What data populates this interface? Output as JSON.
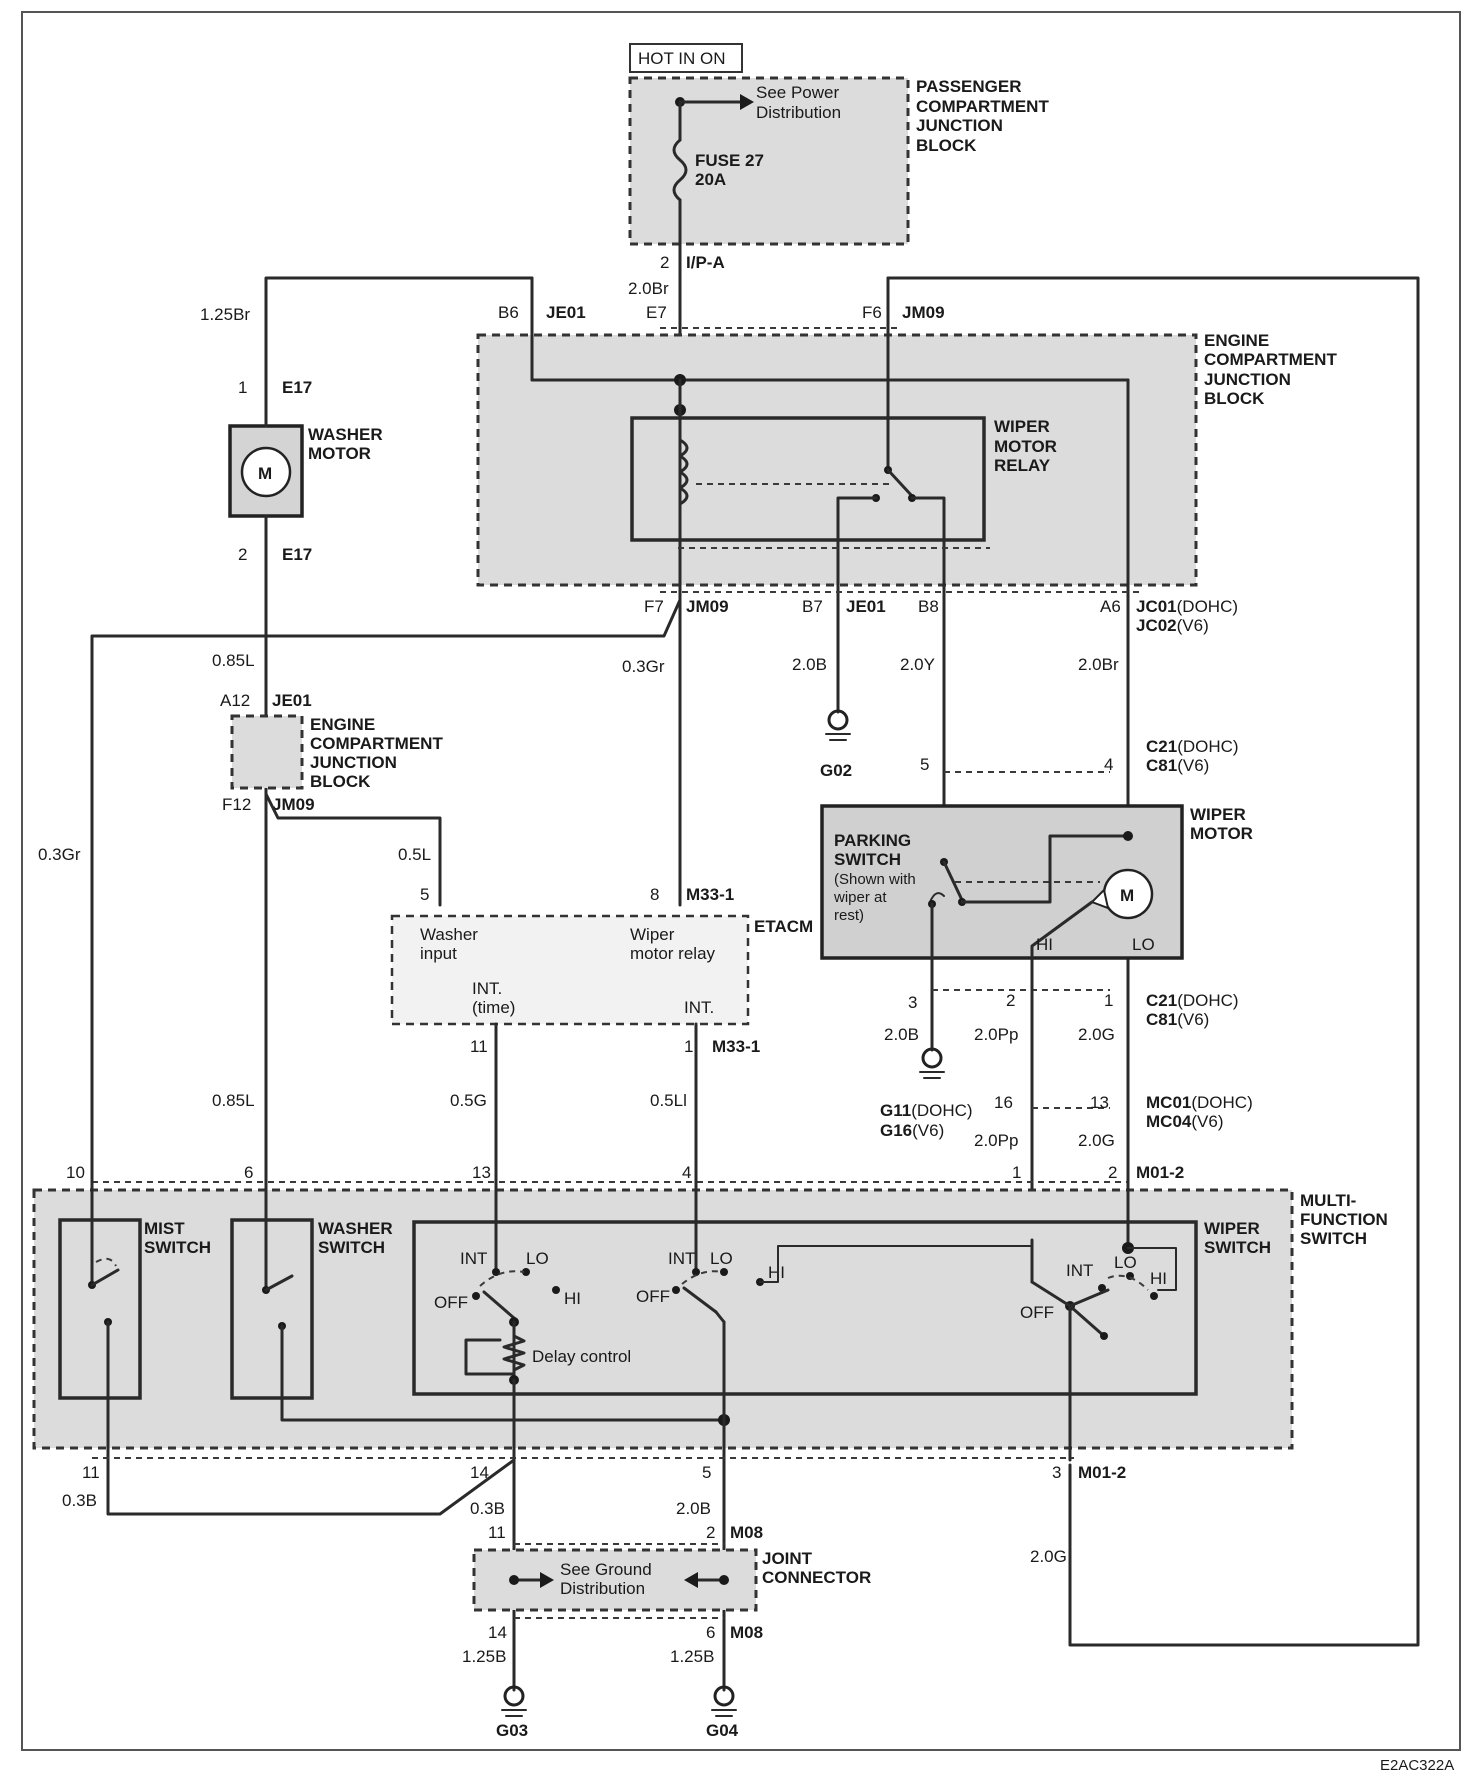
{
  "hot_in_on": "HOT IN ON",
  "passenger_jb": {
    "title_lines": [
      "PASSENGER",
      "COMPARTMENT",
      "JUNCTION",
      "BLOCK"
    ],
    "see_power": [
      "See Power",
      "Distribution"
    ],
    "fuse": [
      "FUSE 27",
      "20A"
    ],
    "pin": "2",
    "connector": "I/P-A"
  },
  "engine_jb": {
    "title_lines": [
      "ENGINE",
      "COMPARTMENT",
      "JUNCTION",
      "BLOCK"
    ],
    "relay_lines": [
      "WIPER",
      "MOTOR",
      "RELAY"
    ],
    "pins_top": {
      "b6": "B6",
      "je01": "JE01",
      "e7": "E7",
      "f6": "F6",
      "jm09": "JM09"
    },
    "pins_bottom": {
      "f7": "F7",
      "jm09": "JM09",
      "b7": "B7",
      "je01": "JE01",
      "b8": "B8",
      "a6": "A6",
      "jc01": "JC01",
      "jc01_sub": "(DOHC)",
      "jc02": "JC02",
      "jc02_sub": "(V6)"
    }
  },
  "washer_motor": {
    "lines": [
      "WASHER",
      "MOTOR"
    ],
    "m": "M",
    "pin_top": "1",
    "pin_bottom": "2",
    "connector": "E17"
  },
  "small_jb": {
    "lines": [
      "ENGINE",
      "COMPARTMENT",
      "JUNCTION",
      "BLOCK"
    ],
    "a12": "A12",
    "je01": "JE01",
    "f12": "F12",
    "jm09": "JM09"
  },
  "wires": {
    "w125br": "1.25Br",
    "w20br_top": "2.0Br",
    "w085l_a": "0.85L",
    "w03gr_a": "0.3Gr",
    "w20b": "2.0B",
    "w20y": "2.0Y",
    "w20br_b": "2.0Br",
    "w03gr_b": "0.3Gr",
    "w05l": "0.5L",
    "w085l_b": "0.85L",
    "w05g": "0.5G",
    "w05li": "0.5Ll",
    "w20b_b": "2.0B",
    "w20pp_a": "2.0Pp",
    "w20g_a": "2.0G",
    "w20pp_b": "2.0Pp",
    "w20g_b": "2.0G",
    "w03b_a": "0.3B",
    "w03b_b": "0.3B",
    "w20b_c": "2.0B",
    "w20g_c": "2.0G",
    "w125b_a": "1.25B",
    "w125b_b": "1.25B"
  },
  "grounds": {
    "g02": "G02",
    "g11": "G11",
    "g11_sub": "(DOHC)",
    "g16": "G16",
    "g16_sub": "(V6)",
    "g03": "G03",
    "g04": "G04"
  },
  "wiper_motor": {
    "title_lines": [
      "WIPER",
      "MOTOR"
    ],
    "parking_lines": [
      "PARKING",
      "SWITCH"
    ],
    "shown_lines": [
      "(Shown with",
      "wiper at",
      "rest)"
    ],
    "m": "M",
    "hi": "HI",
    "lo": "LO",
    "c21_top": "C21",
    "c21_top_sub": "(DOHC)",
    "c81_top": "C81",
    "c81_top_sub": "(V6)",
    "c21_bot": "C21",
    "c21_bot_sub": "(DOHC)",
    "c81_bot": "C81",
    "c81_bot_sub": "(V6)",
    "pin5": "5",
    "pin4": "4",
    "pin3": "3",
    "pin2": "2",
    "pin1": "1"
  },
  "etacm": {
    "title": "ETACM",
    "washer_input": [
      "Washer",
      "input"
    ],
    "wiper_relay": [
      "Wiper",
      "motor relay"
    ],
    "int_time": [
      "INT.",
      "(time)"
    ],
    "int": "INT.",
    "pin5": "5",
    "pin8": "8",
    "m33_top": "M33-1",
    "pin11": "11",
    "pin1": "1",
    "m33_bot": "M33-1"
  },
  "mc": {
    "pin16": "16",
    "pin13": "13",
    "mc01": "MC01",
    "mc01_sub": "(DOHC)",
    "mc04": "MC04",
    "mc04_sub": "(V6)"
  },
  "mfs": {
    "title_lines": [
      "MULTI-",
      "FUNCTION",
      "SWITCH"
    ],
    "mist": [
      "MIST",
      "SWITCH"
    ],
    "washer": [
      "WASHER",
      "SWITCH"
    ],
    "wiper": [
      "WIPER",
      "SWITCH"
    ],
    "int": "INT",
    "lo": "LO",
    "hi": "HI",
    "off": "OFF",
    "delay": "Delay control",
    "pins_top": {
      "p10": "10",
      "p6": "6",
      "p13": "13",
      "p4": "4",
      "p1": "1",
      "p2": "2",
      "m01": "M01-2"
    },
    "pins_bottom": {
      "p11": "11",
      "p14": "14",
      "p5": "5",
      "p3": "3",
      "m01": "M01-2"
    }
  },
  "joint": {
    "lines": [
      "JOINT",
      "CONNECTOR"
    ],
    "see_ground": [
      "See Ground",
      "Distribution"
    ],
    "p11": "11",
    "p2": "2",
    "m08_top": "M08",
    "p14": "14",
    "p6": "6",
    "m08_bot": "M08"
  },
  "figure_id": "E2AC322A"
}
